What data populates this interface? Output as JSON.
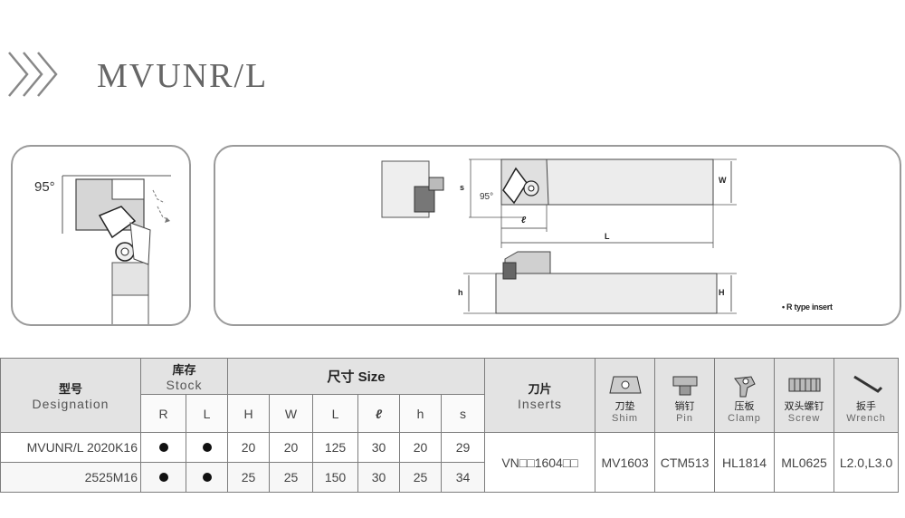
{
  "header": {
    "model": "MVUNR/L"
  },
  "diagram": {
    "angle_left": "95°",
    "angle_right": "95°",
    "dim_s": "s",
    "dim_l_small": "ℓ",
    "dim_L": "L",
    "dim_W": "W",
    "dim_h": "h",
    "dim_H": "H",
    "note": "• R type insert"
  },
  "table": {
    "designation_cn": "型号",
    "designation_en": "Designation",
    "stock_cn": "库存",
    "stock_en": "Stock",
    "stock_cols": [
      "R",
      "L"
    ],
    "size_label": "尺寸 Size",
    "size_cols": [
      "H",
      "W",
      "L",
      "ℓ",
      "h",
      "s"
    ],
    "inserts_cn": "刀片",
    "inserts_en": "Inserts",
    "parts": [
      {
        "cn": "刀垫",
        "en": "Shim",
        "icon": "shim-icon"
      },
      {
        "cn": "销钉",
        "en": "Pin",
        "icon": "pin-icon"
      },
      {
        "cn": "压板",
        "en": "Clamp",
        "icon": "clamp-icon"
      },
      {
        "cn": "双头螺钉",
        "en": "Screw",
        "icon": "screw-icon"
      },
      {
        "cn": "扳手",
        "en": "Wrench",
        "icon": "wrench-icon"
      }
    ],
    "rows": [
      {
        "designation": "MVUNR/L  2020K16",
        "stock_r": "●",
        "stock_l": "●",
        "H": "20",
        "W": "20",
        "L": "125",
        "l": "30",
        "h": "20",
        "s": "29"
      },
      {
        "designation": "2525M16",
        "stock_r": "●",
        "stock_l": "●",
        "H": "25",
        "W": "25",
        "L": "150",
        "l": "30",
        "h": "25",
        "s": "34"
      }
    ],
    "insert": "VN□□1604□□",
    "shim": "MV1603",
    "pin": "CTM513",
    "clamp": "HL1814",
    "screw": "ML0625",
    "wrench": "L2.0,L3.0"
  }
}
